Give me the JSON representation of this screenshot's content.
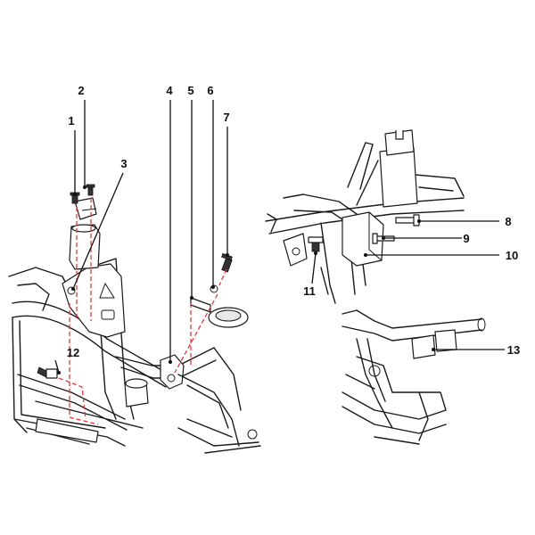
{
  "callouts": {
    "c1": "1",
    "c2": "2",
    "c3": "3",
    "c4": "4",
    "c5": "5",
    "c6": "6",
    "c7": "7",
    "c8": "8",
    "c9": "9",
    "c10": "10",
    "c11": "11",
    "c12": "12",
    "c13": "13"
  },
  "colors": {
    "line": "#1a1a1a",
    "assembly_path": "#e03a3a",
    "background": "#ffffff"
  }
}
